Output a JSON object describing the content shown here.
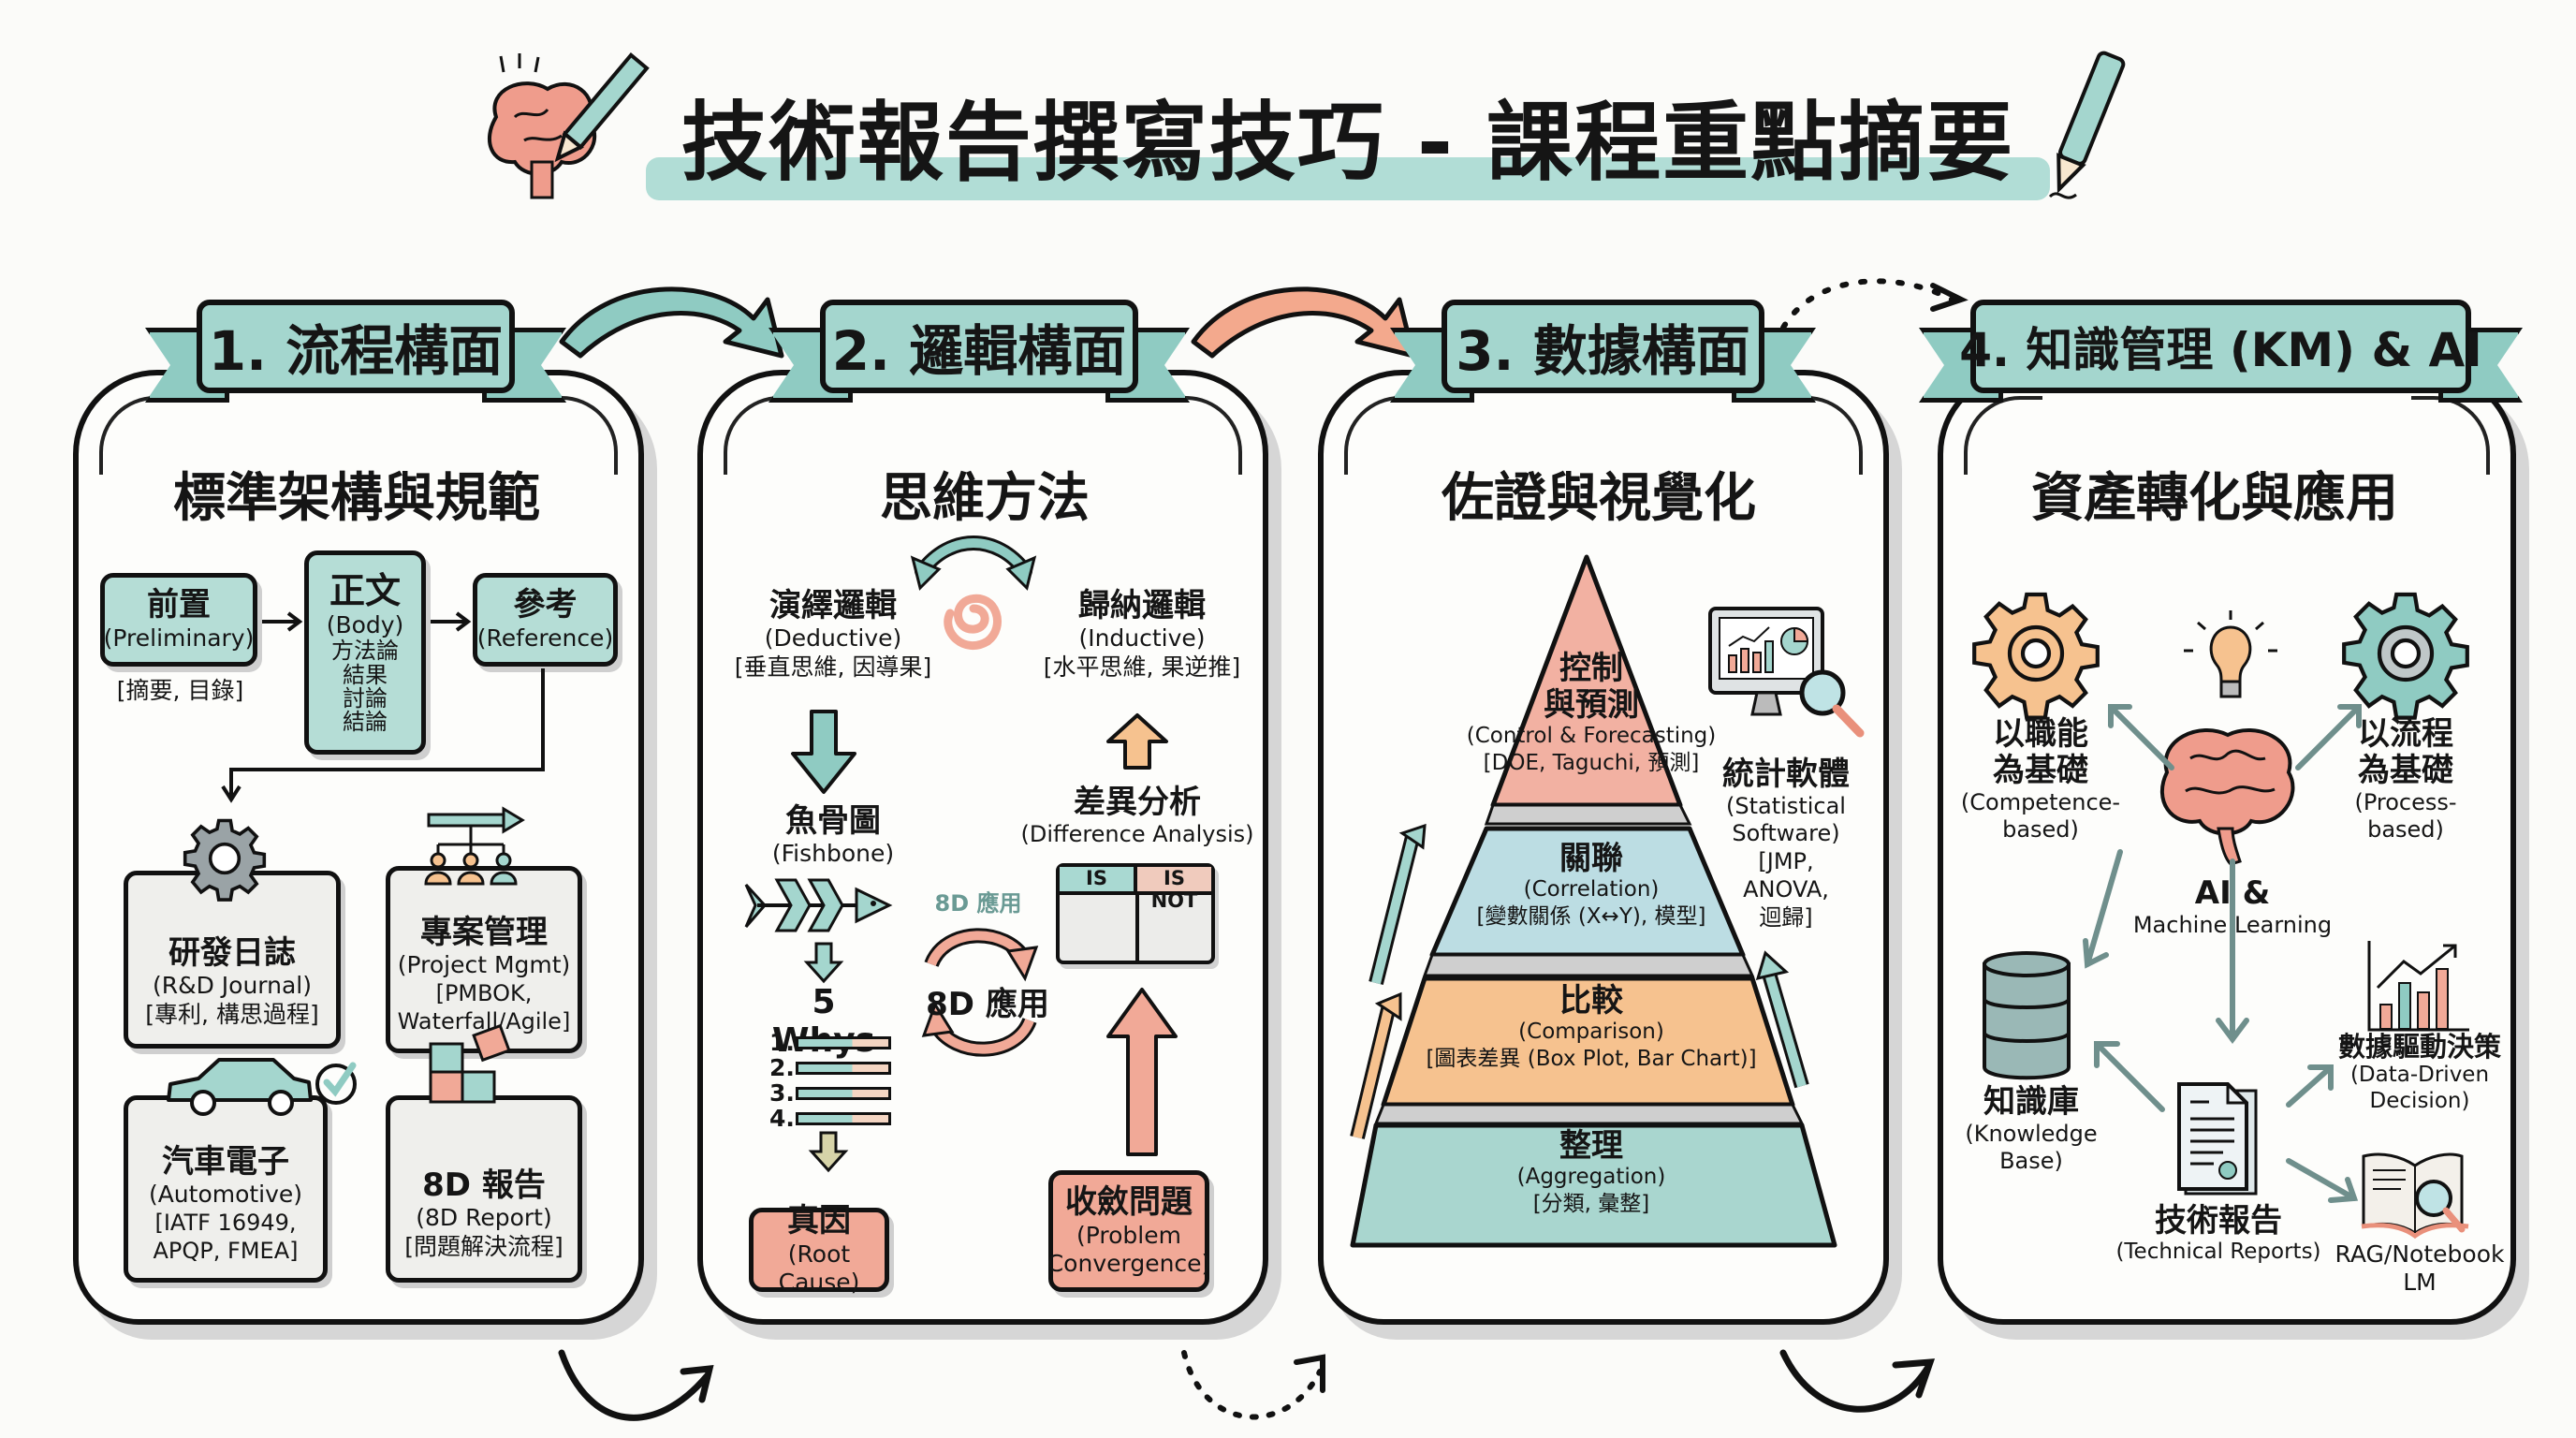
{
  "title": "技術報告撰寫技巧 - 課程重點摘要",
  "colors": {
    "teal": "#a4d6ce",
    "salmon": "#f1a997",
    "orange": "#f6c28f",
    "light_blue": "#bcdde3",
    "ink": "#111111",
    "paper": "#fbfbf9"
  },
  "panels": [
    {
      "ribbon": "1. 流程構面",
      "subtitle": "標準架構與規範",
      "structure": [
        {
          "zh": "前置",
          "en": "(Preliminary)",
          "note": "[摘要, 目錄]"
        },
        {
          "zh": "正文",
          "en": "(Body)",
          "items": [
            "方法論",
            "結果",
            "討論",
            "結論"
          ]
        },
        {
          "zh": "參考",
          "en": "(Reference)"
        }
      ],
      "applications": [
        {
          "icon": "gear-icon",
          "zh": "研發日誌",
          "en": "(R&D Journal)",
          "note": "[專利, 構思過程]"
        },
        {
          "icon": "team-hierarchy-icon",
          "zh": "專案管理",
          "en": "(Project Mgmt)",
          "note": "[PMBOK, Waterfall/Agile]"
        },
        {
          "icon": "car-check-icon",
          "zh": "汽車電子",
          "en": "(Automotive)",
          "note": "[IATF 16949, APQP, FMEA]"
        },
        {
          "icon": "puzzle-icon",
          "zh": "8D 報告",
          "en": "(8D Report)",
          "note": "[問題解決流程]"
        }
      ]
    },
    {
      "ribbon": "2. 邏輯構面",
      "subtitle": "思維方法",
      "deductive": {
        "zh": "演繹邏輯",
        "en": "(Deductive)",
        "note": "[垂直思維, 因導果]"
      },
      "inductive": {
        "zh": "歸納邏輯",
        "en": "(Inductive)",
        "note": "[水平思維, 果逆推]"
      },
      "fishbone": {
        "zh": "魚骨圖",
        "en": "(Fishbone)"
      },
      "five_whys": {
        "title": "5 Whys",
        "items": [
          "1.",
          "2.",
          "3.",
          "4."
        ]
      },
      "root_cause": {
        "zh": "真因",
        "en": "(Root Cause)"
      },
      "cycle_label_small": "8D 應用",
      "cycle_label": "8D 應用",
      "difference": {
        "zh": "差異分析",
        "en": "(Difference Analysis)",
        "is": "IS",
        "is_not": "IS NOT"
      },
      "convergence": {
        "zh": "收斂問題",
        "en": "(Problem Convergence)"
      }
    },
    {
      "ribbon": "3. 數據構面",
      "subtitle": "佐證與視覺化",
      "pyramid": [
        {
          "zh": "控制\n與預測",
          "zh1": "控制",
          "zh2": "與預測",
          "en": "(Control & Forecasting)",
          "note": "[DOE, Taguchi, 預測]",
          "color": "#f2b1a2"
        },
        {
          "zh1": "關聯",
          "en": "(Correlation)",
          "note": "[變數關係 (X↔Y), 模型]",
          "color": "#bcdde3"
        },
        {
          "zh1": "比較",
          "en": "(Comparison)",
          "note": "[圖表差異 (Box Plot, Bar Chart)]",
          "color": "#f6c28f"
        },
        {
          "zh1": "整理",
          "en": "(Aggregation)",
          "note": "[分類, 彙整]",
          "color": "#a9d6cf"
        }
      ],
      "software": {
        "zh": "統計軟體",
        "en1": "(Statistical",
        "en2": "Software)",
        "note1": "[JMP,",
        "note2": "ANOVA,",
        "note3": "迴歸]"
      }
    },
    {
      "ribbon": "4. 知識管理 (KM) & AI",
      "subtitle": "資產轉化與應用",
      "competence": {
        "zh1": "以職能",
        "zh2": "為基礎",
        "en1": "(Competence-",
        "en2": "based)"
      },
      "process": {
        "zh1": "以流程",
        "zh2": "為基礎",
        "en1": "(Process-",
        "en2": "based)"
      },
      "ai": {
        "line1": "AI &",
        "line2": "Machine Learning"
      },
      "knowledge_base": {
        "zh": "知識庫",
        "en1": "(Knowledge",
        "en2": "Base)"
      },
      "tech_reports": {
        "zh": "技術報告",
        "en": "(Technical Reports)"
      },
      "data_driven": {
        "zh": "數據驅動決策",
        "en1": "(Data-Driven",
        "en2": "Decision)"
      },
      "rag": {
        "line1": "RAG/Notebook",
        "line2": "LM"
      }
    }
  ]
}
